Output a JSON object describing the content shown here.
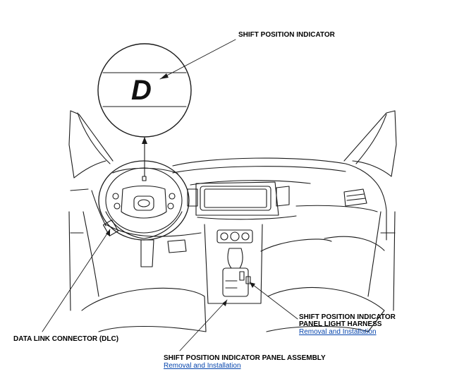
{
  "callouts": {
    "shift_indicator": "SHIFT POSITION INDICATOR",
    "harness_line1": "SHIFT POSITION INDICATOR",
    "harness_line2": "PANEL LIGHT HARNESS",
    "harness_link": "Removal and Installation",
    "dlc": "DATA LINK CONNECTOR (DLC)",
    "panel_assembly": "SHIFT POSITION INDICATOR PANEL ASSEMBLY",
    "panel_link": "Removal and Installation"
  },
  "indicator": {
    "gear": "D"
  }
}
